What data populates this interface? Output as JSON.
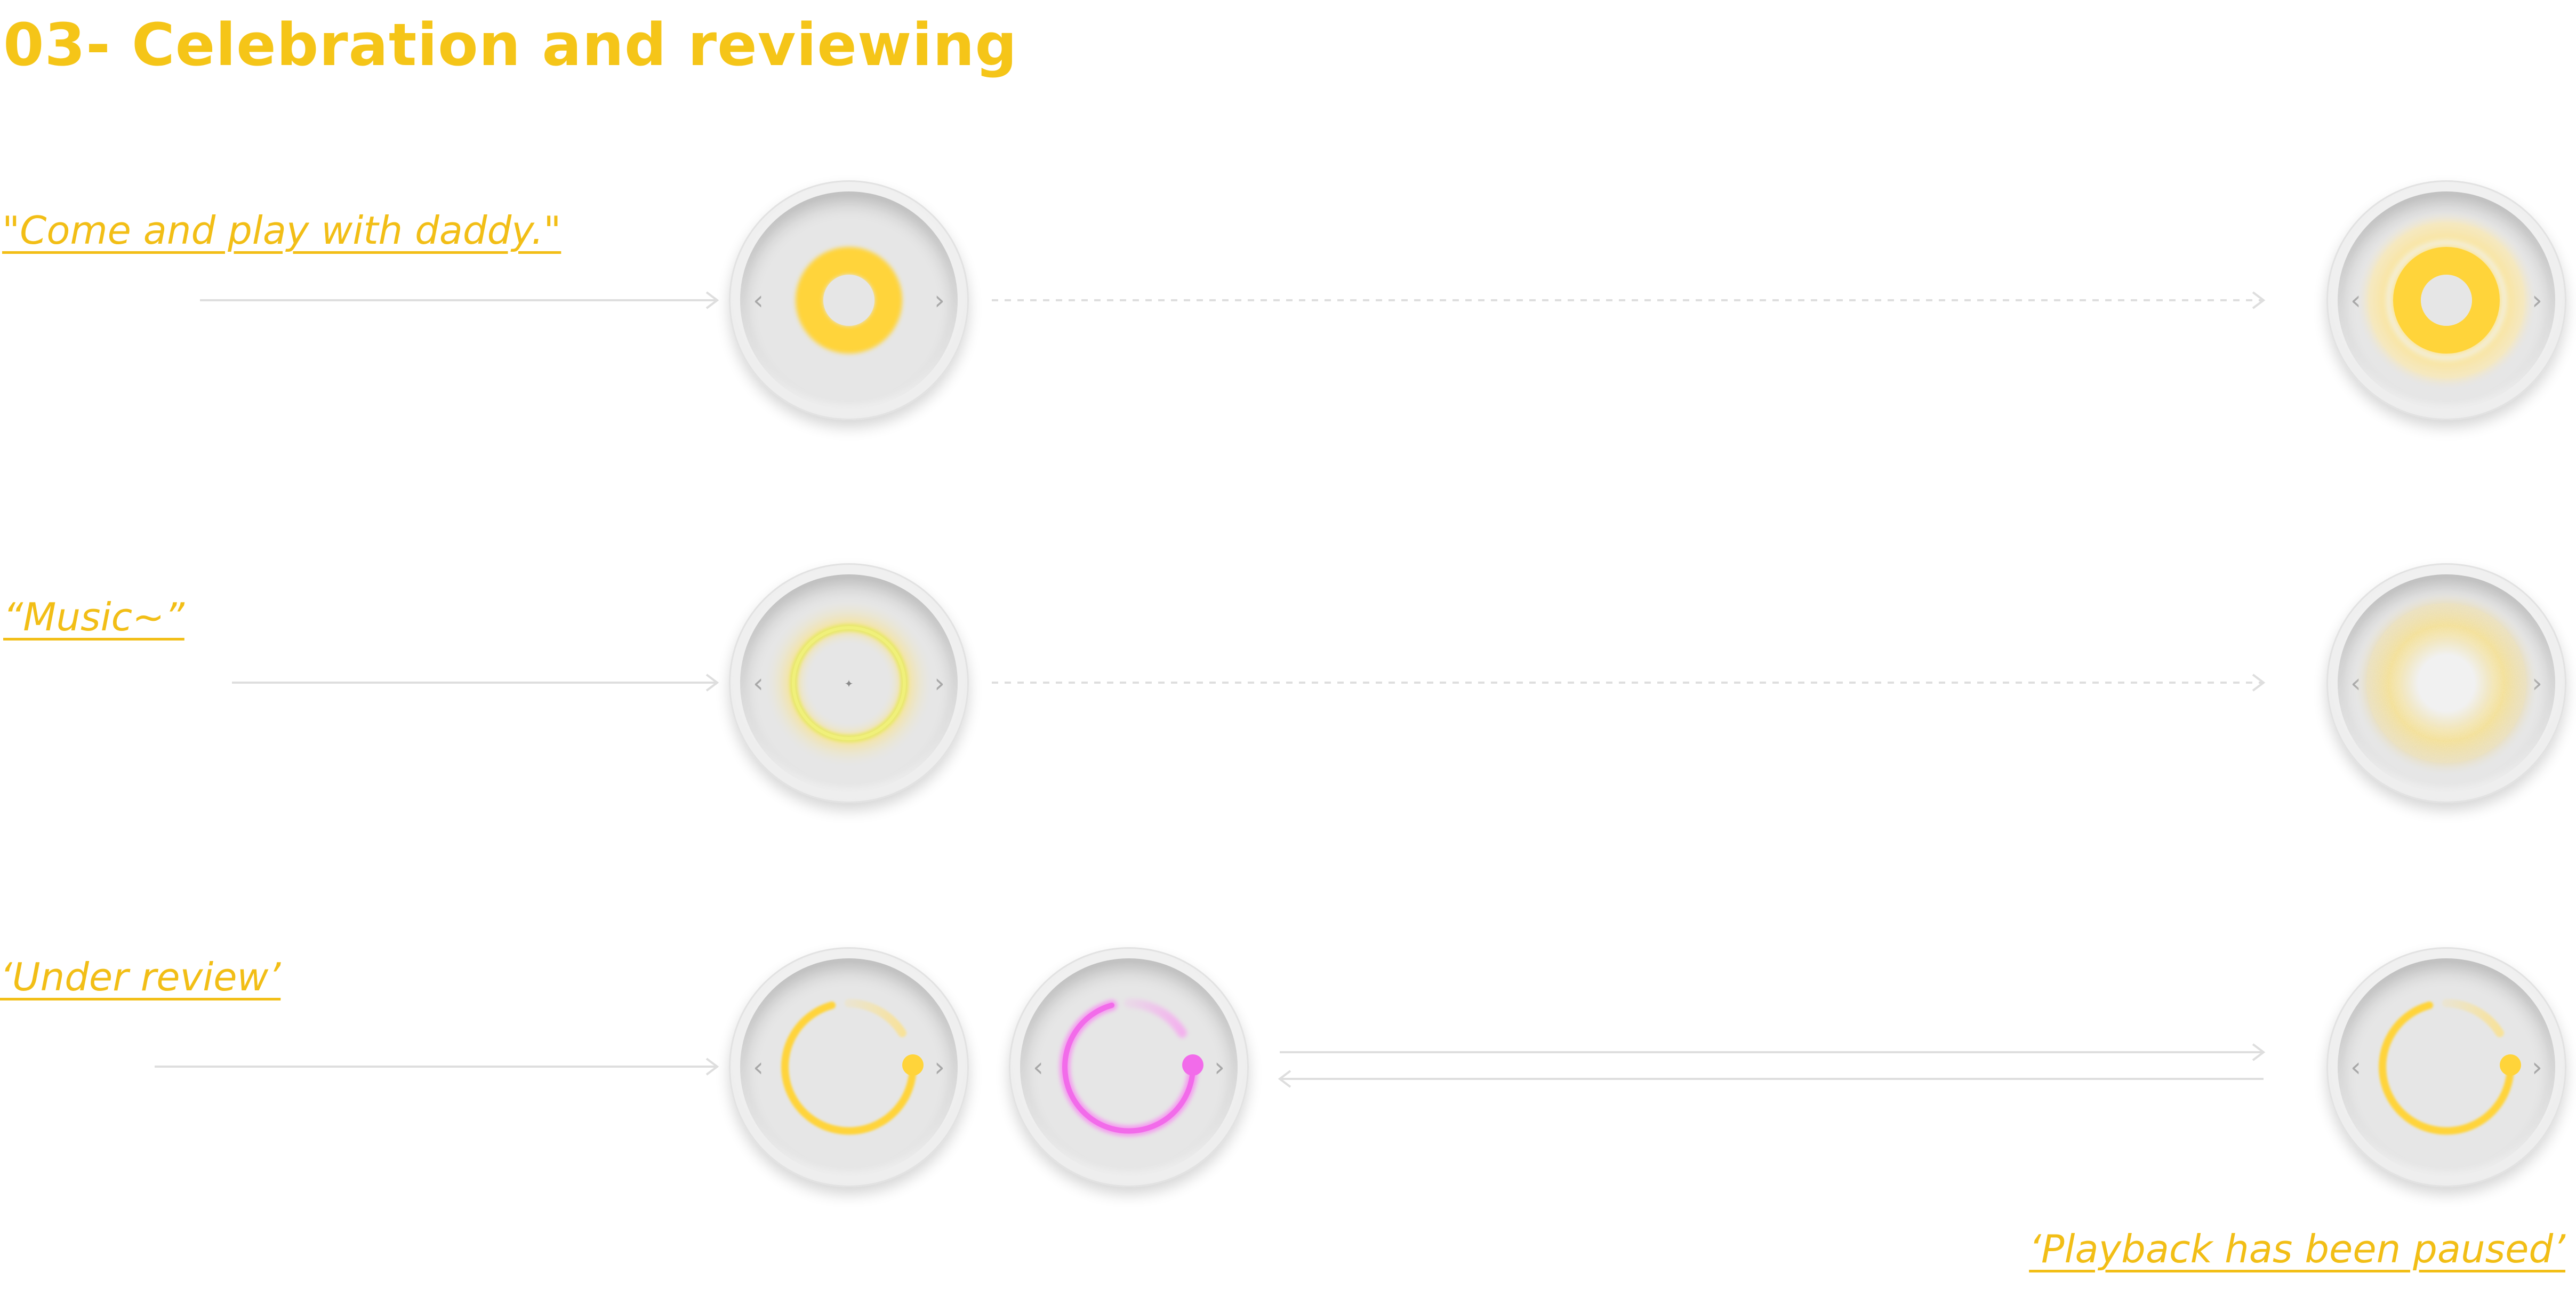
{
  "title": "03- Celebration and reviewing",
  "quotes": {
    "play": "\"Come and play with daddy.\"",
    "music": "“Music~”",
    "review": "‘Under review’",
    "paused": "‘Playback has been paused’"
  },
  "icons": {
    "prev": "‹",
    "next": "›"
  },
  "colors": {
    "accent": "#F5C518",
    "ring_yellow": "#FFD43A",
    "ring_pink": "#F26BEA",
    "connector": "#dcdcdc"
  }
}
